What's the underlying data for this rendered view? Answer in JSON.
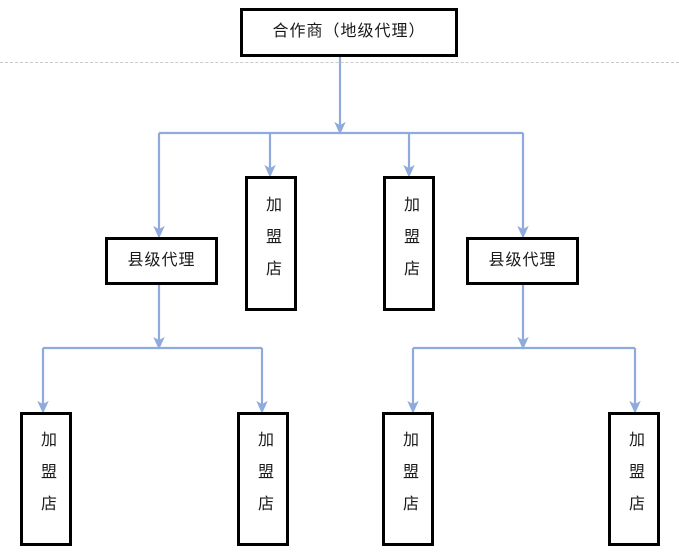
{
  "diagram": {
    "title_text": "合作商（地级代理）",
    "connector_color": "#8FAADC",
    "box_border_color": "#000000",
    "text_color": "#1A1A1A",
    "divider_color": "#C9C9C9",
    "levels": [
      {
        "level": 1,
        "nodes": [
          {
            "id": "root",
            "label": "合作商（地级代理）",
            "shape": "horizontal-box"
          }
        ]
      },
      {
        "level": 2,
        "nodes": [
          {
            "id": "agent-left",
            "label": "县级代理",
            "shape": "horizontal-box"
          },
          {
            "id": "store-mid-a",
            "label": "加盟店",
            "shape": "vertical-box"
          },
          {
            "id": "store-mid-b",
            "label": "加盟店",
            "shape": "vertical-box"
          },
          {
            "id": "agent-right",
            "label": "县级代理",
            "shape": "horizontal-box"
          }
        ]
      },
      {
        "level": 3,
        "nodes": [
          {
            "id": "store-b-1",
            "label": "加盟店",
            "shape": "vertical-box"
          },
          {
            "id": "store-b-2",
            "label": "加盟店",
            "shape": "vertical-box"
          },
          {
            "id": "store-b-3",
            "label": "加盟店",
            "shape": "vertical-box"
          },
          {
            "id": "store-b-4",
            "label": "加盟店",
            "shape": "vertical-box"
          }
        ]
      }
    ]
  }
}
